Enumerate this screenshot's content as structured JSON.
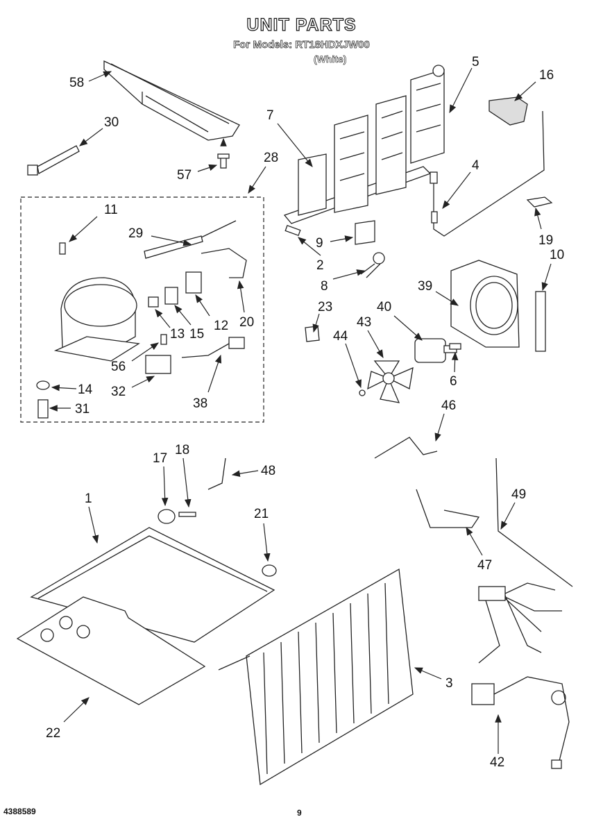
{
  "header": {
    "title": "UNIT PARTS",
    "subtitle": "For Models: RT18HDXJW00",
    "color": "(White)"
  },
  "footer": {
    "doc_number": "4388589",
    "page_number": "9"
  },
  "callouts": {
    "c1": "1",
    "c2": "2",
    "c3": "3",
    "c4": "4",
    "c5": "5",
    "c6": "6",
    "c7": "7",
    "c8": "8",
    "c9": "9",
    "c10": "10",
    "c11": "11",
    "c12": "12",
    "c13": "13",
    "c14": "14",
    "c15": "15",
    "c16": "16",
    "c17": "17",
    "c18": "18",
    "c19": "19",
    "c20": "20",
    "c21": "21",
    "c22": "22",
    "c23": "23",
    "c28": "28",
    "c29": "29",
    "c30": "30",
    "c31": "31",
    "c32": "32",
    "c38": "38",
    "c39": "39",
    "c40": "40",
    "c42": "42",
    "c43": "43",
    "c44": "44",
    "c46": "46",
    "c47": "47",
    "c48": "48",
    "c49": "49",
    "c56": "56",
    "c57": "57",
    "c58": "58"
  }
}
